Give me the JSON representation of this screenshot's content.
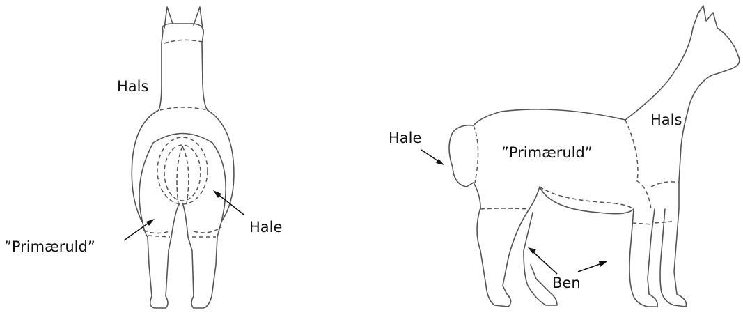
{
  "labels": {
    "back_hals": "Hals",
    "back_hale": "Hale",
    "back_primaeruld": "”Primæruld”",
    "side_hale": "Hale",
    "side_primaeruld": "”Primæruld”",
    "side_hals": "Hals",
    "side_ben": "Ben"
  },
  "colors": {
    "outline": "#555555",
    "text": "#111111"
  }
}
